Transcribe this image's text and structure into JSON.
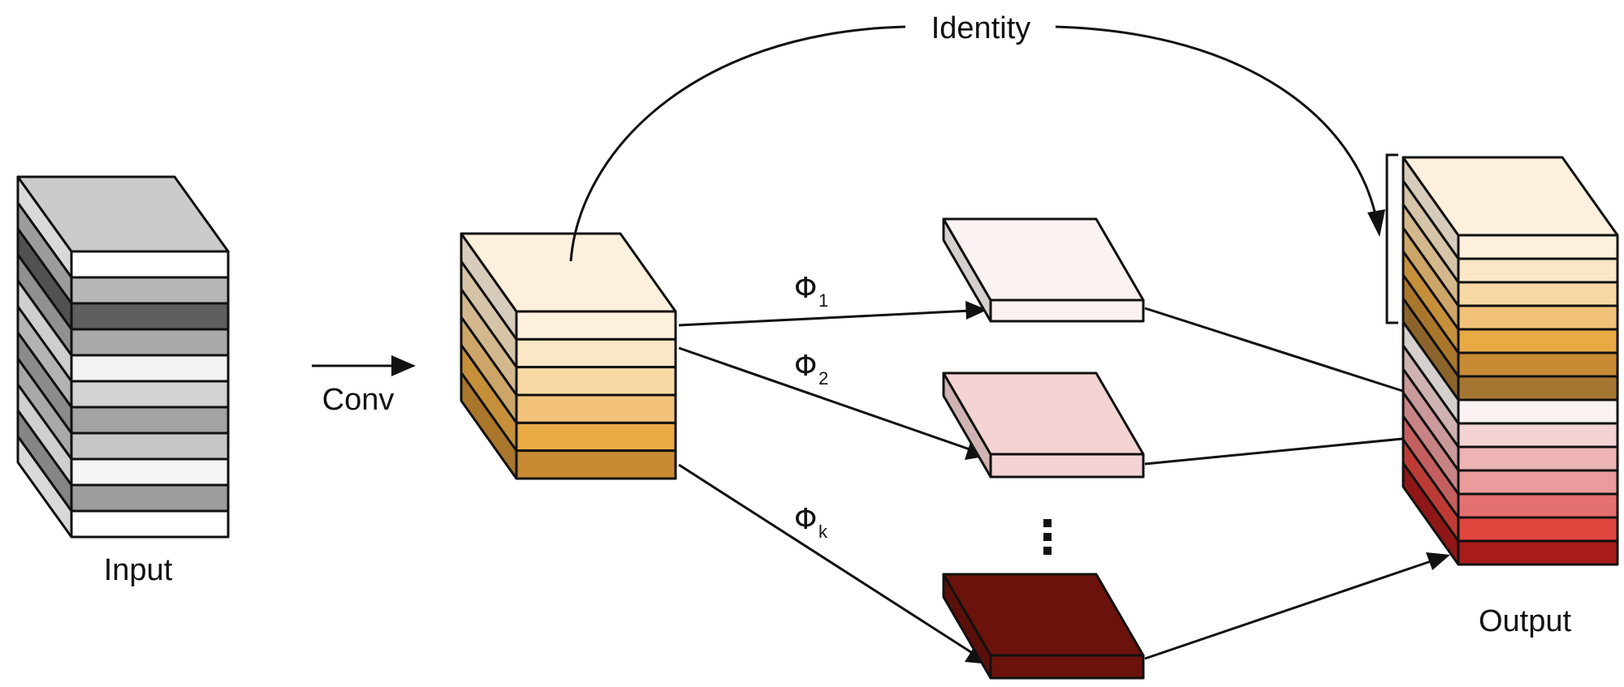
{
  "labels": {
    "input": "Input",
    "conv": "Conv",
    "identity": "Identity",
    "output": "Output",
    "ellipsis": "⋮"
  },
  "branches": [
    {
      "symbol": "Φ",
      "subscript": "1"
    },
    {
      "symbol": "Φ",
      "subscript": "2"
    },
    {
      "symbol": "Φ",
      "subscript": "k"
    }
  ],
  "colors": {
    "input_layers": [
      "#ffffff",
      "#b7b7b7",
      "#5f5f5f",
      "#a9a9a9",
      "#f2f2f2",
      "#d2d2d2",
      "#a3a3a3",
      "#c6c6c6",
      "#f4f4f4",
      "#9d9d9d",
      "#ffffff"
    ],
    "conv_layers": [
      "#fdf0dc",
      "#fbe7c6",
      "#f8d9a6",
      "#f2c27a",
      "#e9a944",
      "#c88b34"
    ],
    "branch_maps": [
      "#fbf3f1",
      "#f3d3d3",
      "#6b120c"
    ],
    "output_identity_layers": [
      "#fdf0dc",
      "#fbe7c6",
      "#f8d9a6",
      "#f2c27a",
      "#e9a944",
      "#c88b34",
      "#a57632"
    ],
    "output_ghost_layers": [
      "#fbf3f1",
      "#f3d3d3",
      "#eeb4b4",
      "#eb9b9b",
      "#e57070",
      "#e0453e",
      "#a81b1b"
    ]
  }
}
